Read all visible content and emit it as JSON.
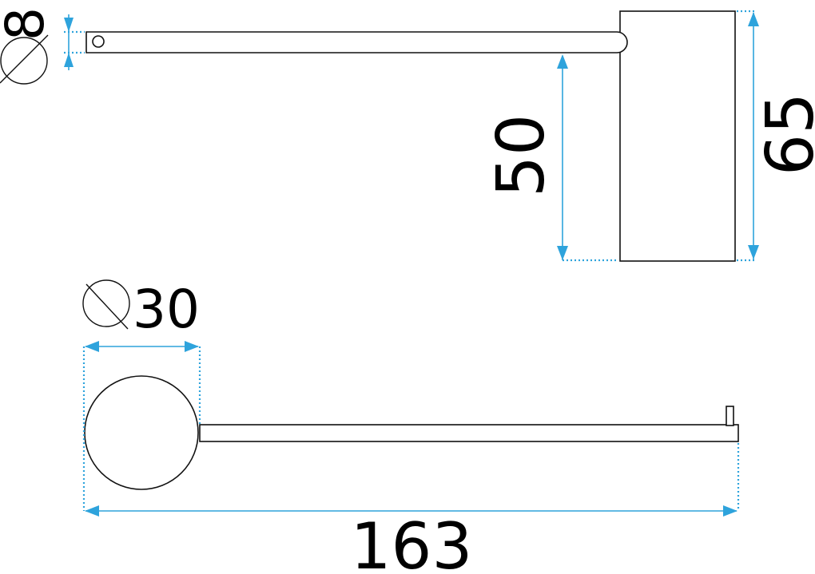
{
  "dimensions": {
    "pin_diameter": "8",
    "wall_offset": "50",
    "plate_height": "65",
    "rosette_diameter": "30",
    "overall_length": "163"
  },
  "colors": {
    "dimension": "#2ea3dc",
    "outline": "#111111"
  },
  "icons": [
    "diameter-symbol-icon"
  ]
}
